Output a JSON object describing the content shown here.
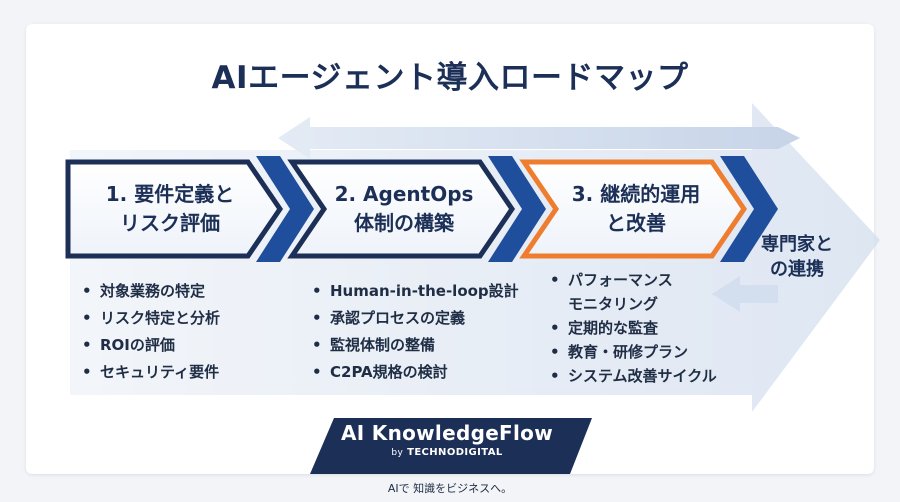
{
  "title": "AIエージェント導入ロードマップ",
  "colors": {
    "navy": "#1c2f57",
    "blue": "#2a5caa",
    "orange": "#ef7d2f"
  },
  "steps": [
    {
      "line1": "1. 要件定義と",
      "line2": "リスク評価"
    },
    {
      "line1": "2. AgentOps",
      "line2": "体制の構築"
    },
    {
      "line1": "3. 継続的運用",
      "line2": "と改善"
    }
  ],
  "expert": {
    "line1": "専門家と",
    "line2": "の連携"
  },
  "bullets": [
    [
      "対象業務の特定",
      "リスク特定と分析",
      "ROIの評価",
      "セキュリティ要件"
    ],
    [
      "Human-in-the-loop設計",
      "承認プロセスの定義",
      "監視体制の整備",
      "C2PA規格の検討"
    ],
    [
      "パフォーマンス",
      "モニタリング",
      "定期的な監査",
      "教育・研修プラン",
      "システム改善サイクル"
    ]
  ],
  "logo": {
    "main": "AI KnowledgeFlow",
    "by": "by",
    "sub": "TECHNODIGITAL"
  },
  "caption": "AIで 知識をビジネスへ。"
}
